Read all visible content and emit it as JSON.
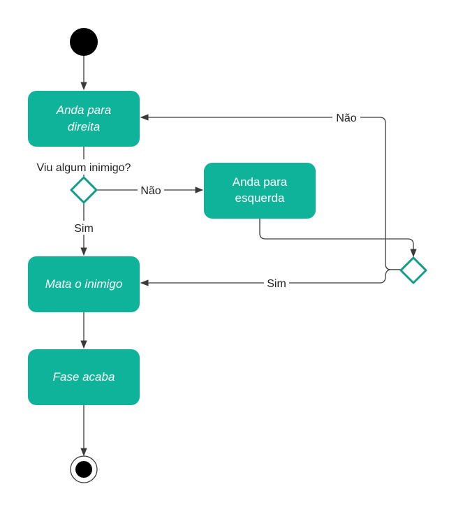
{
  "colors": {
    "node_fill": "#0fb39a",
    "decision_stroke": "#0f9e88",
    "edge": "#3a3a3a",
    "start_fill": "#000000"
  },
  "nodes": {
    "walk_right": {
      "line1": "Anda para",
      "line2": "direita"
    },
    "walk_left": {
      "line1": "Anda para",
      "line2": "esquerda"
    },
    "kill_enemy": {
      "label": "Mata o inimigo"
    },
    "level_ends": {
      "label": "Fase acaba"
    }
  },
  "labels": {
    "question": "Viu algum inimigo?",
    "no_to_left": "Não",
    "yes_to_kill": "Sim",
    "no_back_right": "Não",
    "yes_from_merge": "Sim"
  }
}
